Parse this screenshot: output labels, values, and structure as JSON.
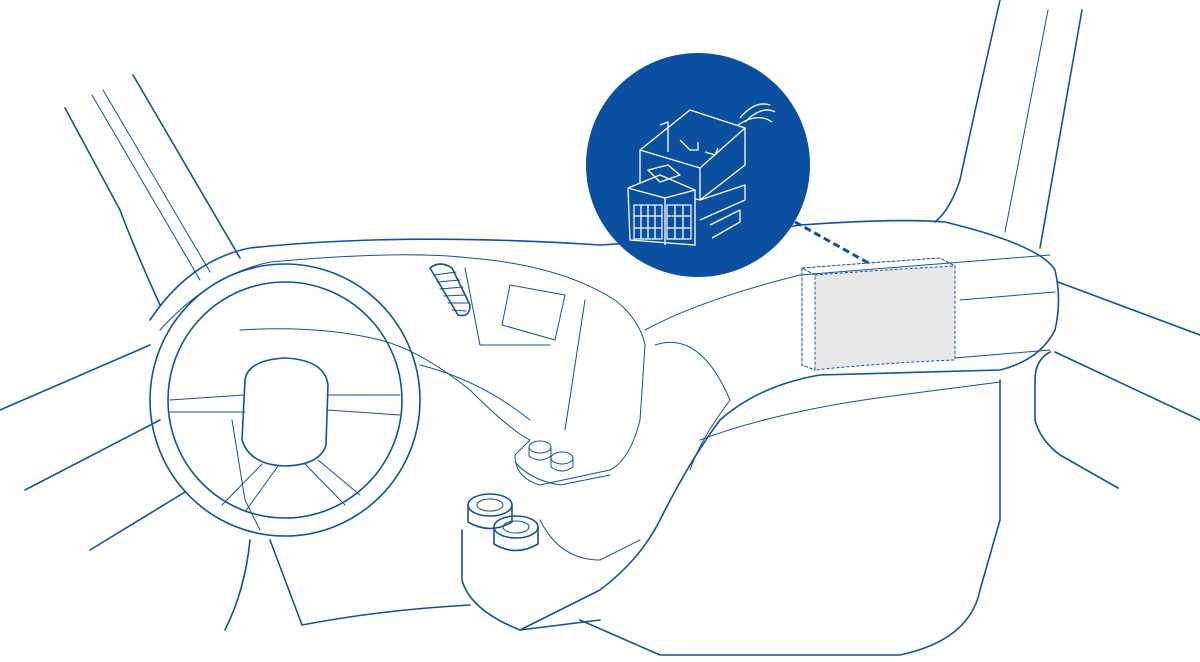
{
  "illustration": {
    "subject": "truck-cab-dashboard",
    "highlight": "connector-location",
    "colors": {
      "line": "#1450a0",
      "callout_fill": "#0a4fa0",
      "highlight_fill": "#e8e8e8",
      "background": "#ffffff"
    },
    "icons": [
      "steering-wheel",
      "connector-callout",
      "highlight-box",
      "leader-line"
    ]
  }
}
